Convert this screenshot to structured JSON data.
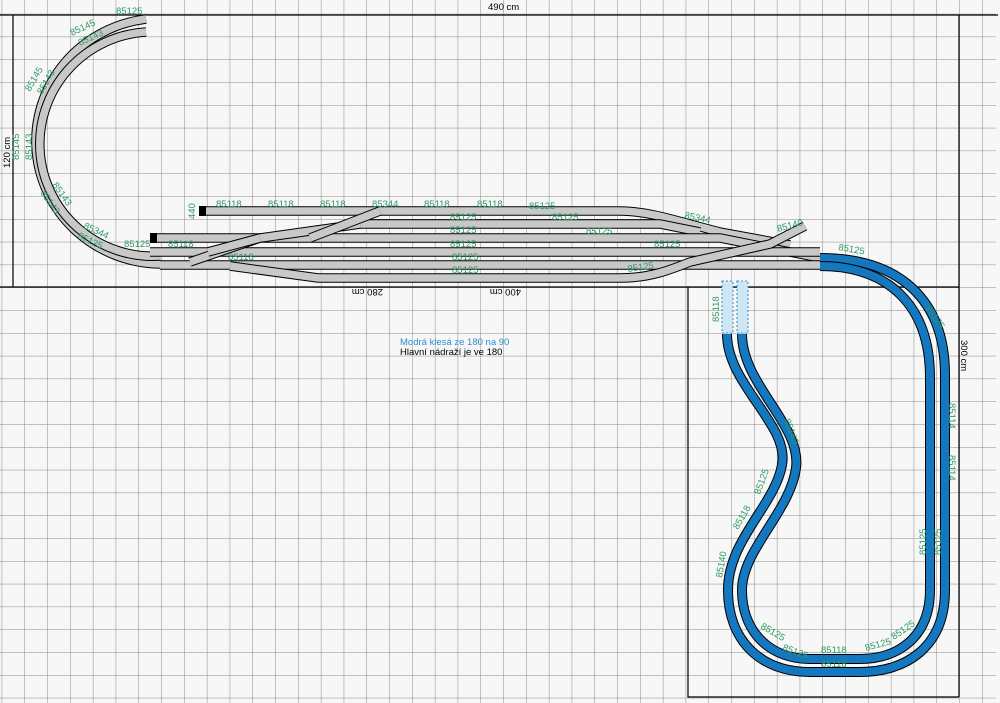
{
  "dimensions": {
    "width_top": "490 cm",
    "height_left": "120 cm",
    "height_right": "300 cm",
    "mark_280": "280 cm",
    "mark_400": "400 cm"
  },
  "notes": {
    "blue": "Modrá klesá ze 180 na 90",
    "main": "Hlavní nádraží je ve 180"
  },
  "colors": {
    "grid": "#8a8a8a",
    "track_gray": "#c8c8c8",
    "track_blue": "#1577bd",
    "label": "#2e9a66"
  },
  "labels": [
    "85125",
    "85145",
    "85143",
    "85145",
    "85143",
    "85145",
    "85143",
    "85143",
    "85143",
    "85344",
    "85125",
    "85125",
    "440",
    "85118",
    "85118",
    "85118",
    "85344",
    "85118",
    "85118",
    "85125",
    "85125",
    "85125",
    "85125",
    "85125",
    "85125",
    "85125",
    "85125",
    "85125",
    "85125",
    "85344",
    "85140",
    "85125",
    "85125",
    "85114",
    "85114",
    "85125",
    "85125",
    "85118",
    "85118",
    "85125",
    "85125",
    "85140",
    "85118",
    "85118",
    "85143",
    "85125",
    "85118",
    "85118",
    "85125",
    "85125"
  ]
}
